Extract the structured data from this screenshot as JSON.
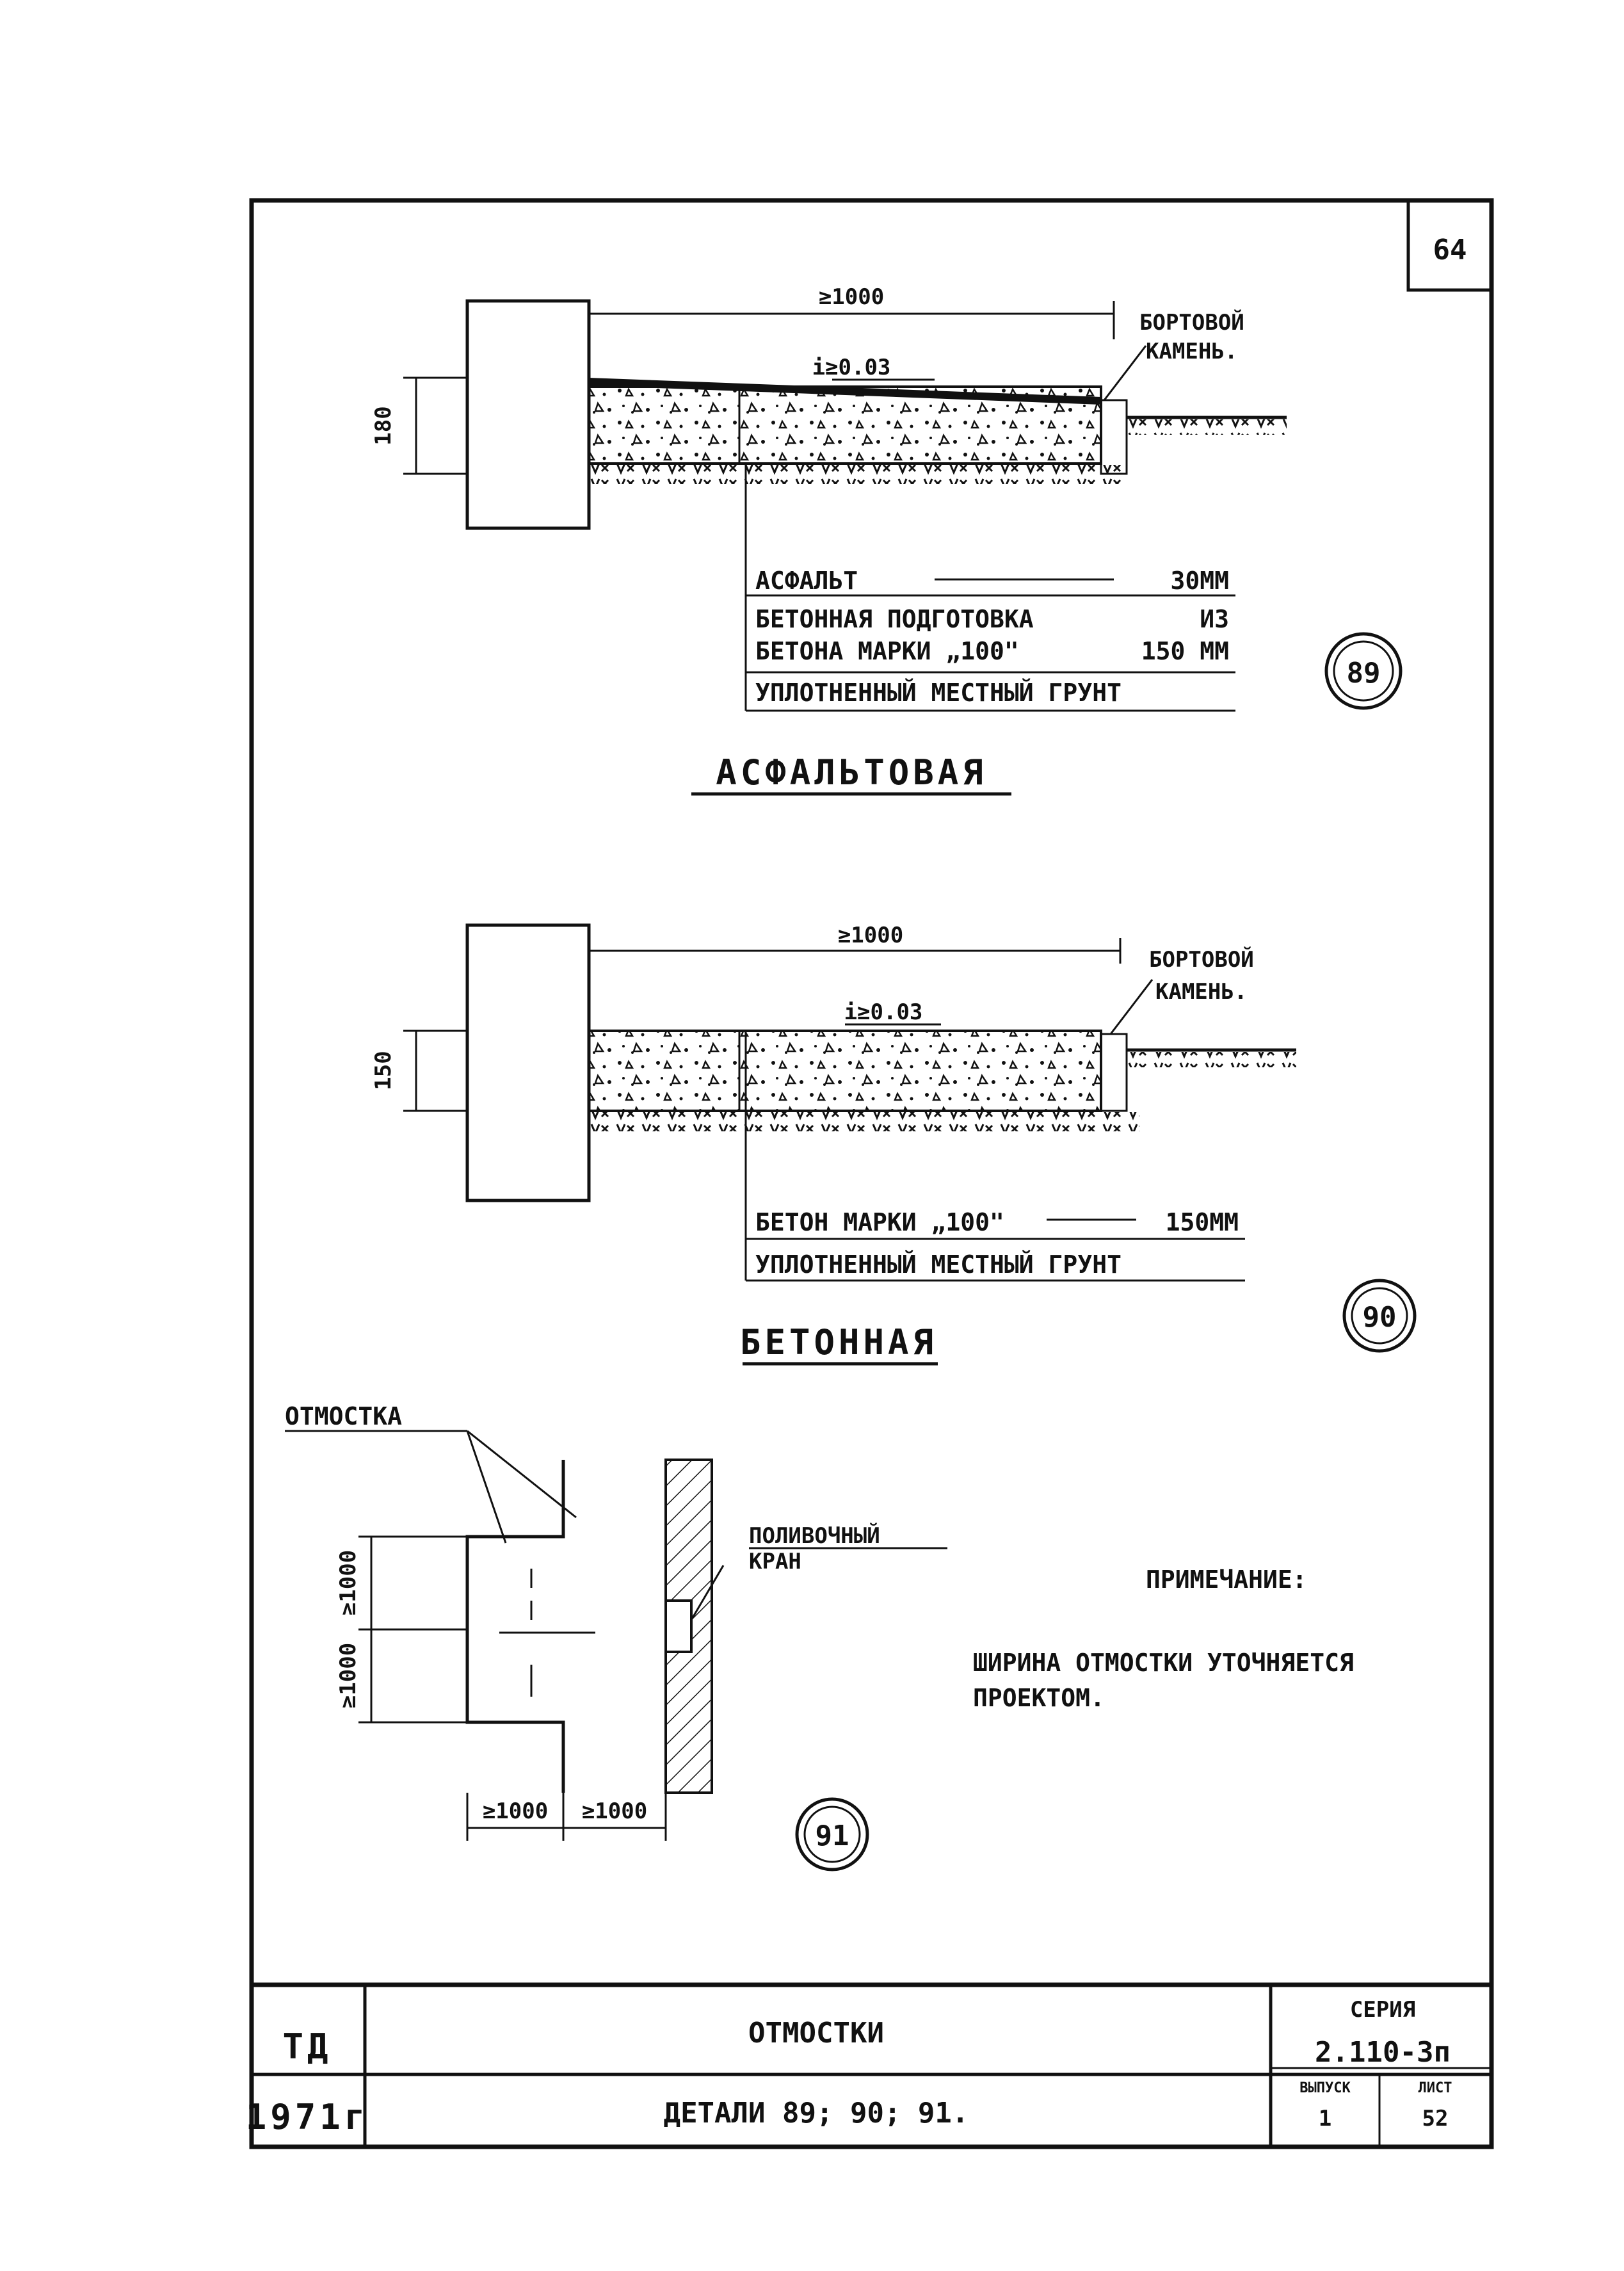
{
  "sheet": {
    "page_number": "64",
    "detail_89": {
      "dim_width": "≥1000",
      "slope": "i≥0.03",
      "curb_label_1": "БОРТОВОЙ",
      "curb_label_2": "КАМЕНЬ.",
      "dim_height": "180",
      "layer_1_name": "АСФАЛЬТ",
      "layer_1_value": "30ММ",
      "layer_2_line1_name": "БЕТОННАЯ ПОДГОТОВКА",
      "layer_2_line1_value": "ИЗ",
      "layer_2_line2_name": "БЕТОНА МАРКИ „100\"",
      "layer_2_line2_value": "150 ММ",
      "layer_3_name": "УПЛОТНЕННЫЙ МЕСТНЫЙ ГРУНТ",
      "number": "89",
      "caption": "АСФАЛЬТОВАЯ"
    },
    "detail_90": {
      "dim_width": "≥1000",
      "slope": "i≥0.03",
      "curb_label_1": "БОРТОВОЙ",
      "curb_label_2": "КАМЕНЬ.",
      "dim_height": "150",
      "layer_1_name": "БЕТОН МАРКИ „100\"",
      "layer_1_value": "150ММ",
      "layer_2_name": "УПЛОТНЕННЫЙ МЕСТНЫЙ ГРУНТ",
      "number": "90",
      "caption": "БЕТОННАЯ"
    },
    "detail_91": {
      "label_otmostka": "ОТМОСТКА",
      "label_tap_1": "ПОЛИВОЧНЫЙ",
      "label_tap_2": "КРАН",
      "dim_v1": "≥1000",
      "dim_v2": "≥1000",
      "dim_h1": "≥1000",
      "dim_h2": "≥1000",
      "number": "91"
    },
    "note": {
      "title": "ПРИМЕЧАНИЕ:",
      "line1": "ШИРИНА ОТМОСТКИ УТОЧНЯЕТСЯ",
      "line2": "ПРОЕКТОМ."
    },
    "title_block": {
      "org": "ТД",
      "year": "1971г",
      "name": "ОТМОСТКИ",
      "details": "ДЕТАЛИ 89; 90; 91.",
      "series_label": "СЕРИЯ",
      "series_value": "2.110-3п",
      "issue_label": "ВЫПУСК",
      "issue_value": "1",
      "sheet_label": "ЛИСТ",
      "sheet_value": "52"
    }
  }
}
